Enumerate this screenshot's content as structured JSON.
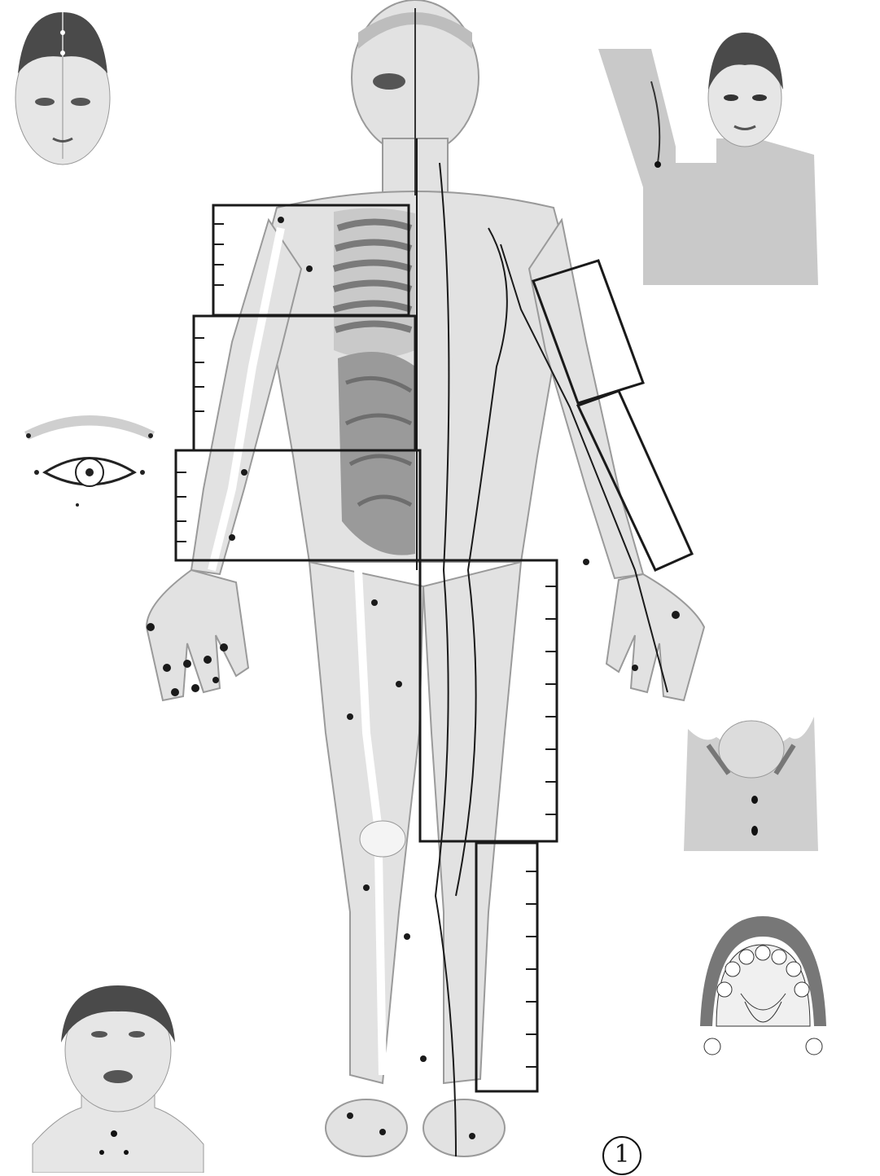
{
  "figure": {
    "page_number": "1"
  },
  "colors": {
    "skin": "#e2e2e2",
    "skin_dark": "#cfcfcf",
    "hair": "#4a4a4a",
    "line": "#1a1a1a",
    "organ": "#8c8c8c",
    "bone": "#f4f4f4"
  },
  "icons": {
    "head_top": "head-top-view",
    "armpit": "raised-arm-figure",
    "eye": "eye-and-brow",
    "chest": "chest-close-up",
    "mouth": "open-mouth-palate",
    "neck": "face-and-neck-front"
  }
}
